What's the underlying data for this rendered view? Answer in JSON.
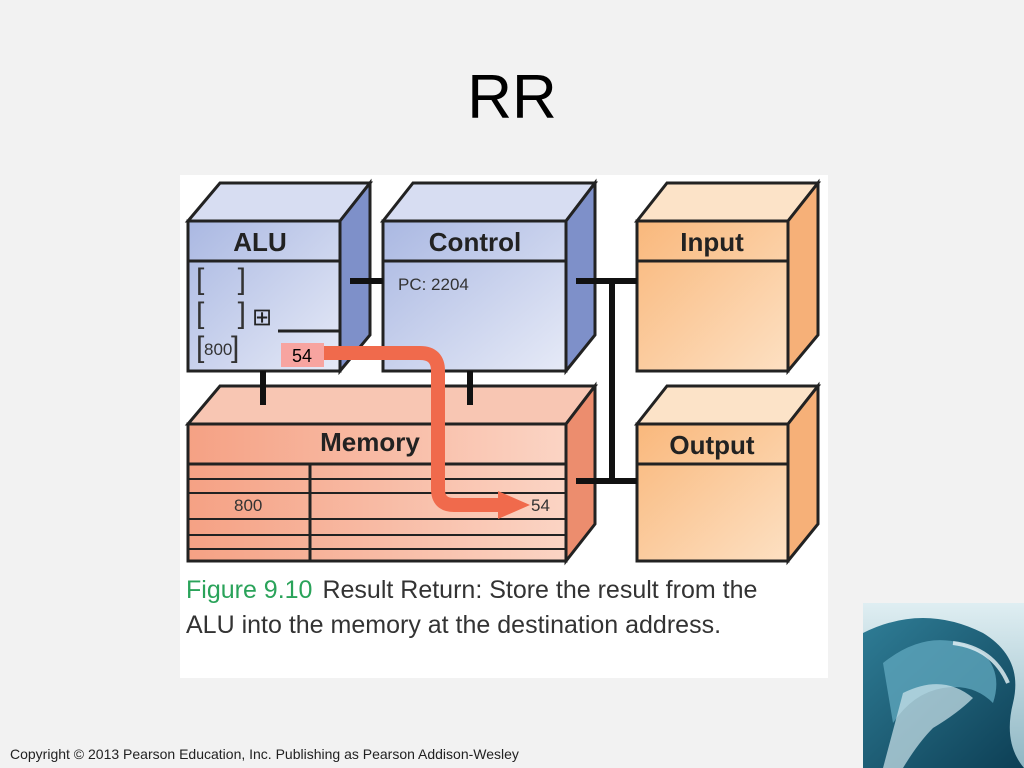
{
  "slide": {
    "title": "RR",
    "copyright": "Copyright © 2013 Pearson Education, Inc. Publishing as Pearson Addison-Wesley"
  },
  "diagram": {
    "alu_label": "ALU",
    "control_label": "Control",
    "input_label": "Input",
    "output_label": "Output",
    "memory_label": "Memory",
    "pc_text": "PC: 2204",
    "alu_register_value": "800",
    "alu_op_symbol": "⊞",
    "result_badge": "54",
    "memory_address": "800",
    "memory_value": "54"
  },
  "caption": {
    "figure_label": "Figure 9.10",
    "text": "Result Return: Store the result from the ALU into the memory at the destination address."
  },
  "colors": {
    "blue_front": "#c3cdea",
    "blue_side": "#7e90c9",
    "orange_front": "#f9c48e",
    "salmon_front": "#f4a98c",
    "arrow": "#f06a4c",
    "figure_label_green": "#2aa35a"
  }
}
